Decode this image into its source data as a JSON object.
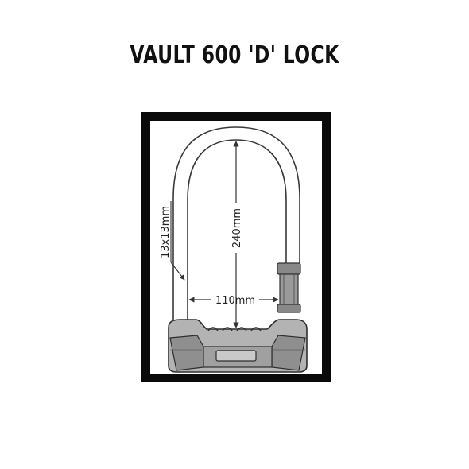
{
  "title": "VAULT 600 'D' LOCK",
  "dimensions": {
    "shackle_diameter": "13x13mm",
    "height": "240mm",
    "width": "110mm"
  },
  "colors": {
    "frame": "#0a0a0a",
    "title": "#111111",
    "lock_body": "#a9a9a9",
    "lock_body_dark": "#6e6e6e",
    "line": "#333333"
  }
}
